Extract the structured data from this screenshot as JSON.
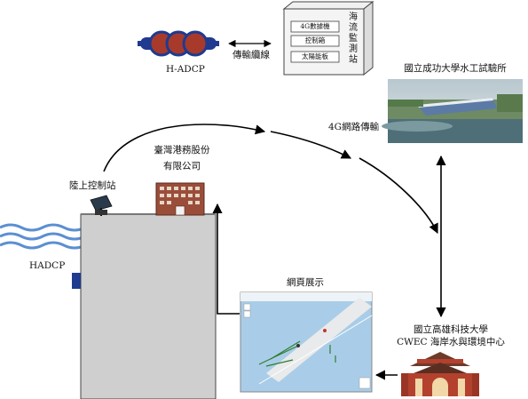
{
  "labels": {
    "hadcp_top": "H-ADCP",
    "cable": "傳輸纜線",
    "station_vertical": "海流監測站",
    "box_rows": [
      "4G數據機",
      "控制箱",
      "太陽能板"
    ],
    "ncku": "國立成功大學水工試驗所",
    "network": "4G網路傳輸",
    "company_line1": "臺灣港務股份",
    "company_line2": "有限公司",
    "land_station": "陸上控制站",
    "hadcp_side": "HADCP",
    "web": "網頁展示",
    "nkust_line1": "國立高雄科技大學",
    "nkust_line2": "CWEC 海岸水與環境中心"
  },
  "colors": {
    "device_blue": "#1f3a8f",
    "device_red": "#a83a2c",
    "building_brick": "#9a4e3a",
    "pier_gray": "#cfcfcf",
    "wave_blue": "#5b8fd1",
    "gate_red": "#b3412e"
  }
}
